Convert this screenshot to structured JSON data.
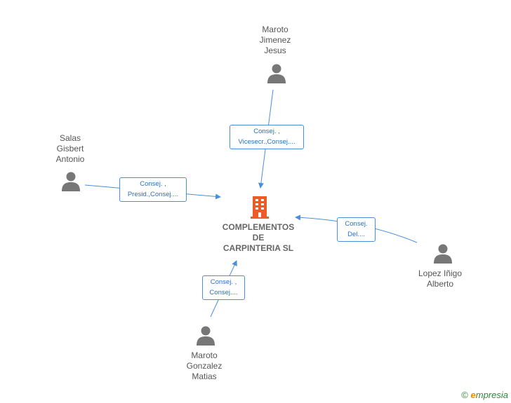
{
  "company": {
    "name_lines": [
      "COMPLEMENTOS",
      "DE",
      "CARPINTERIA SL"
    ],
    "icon": "building-icon",
    "icon_color": "#f05a28"
  },
  "people": [
    {
      "id": "maroto-jimenez",
      "name_lines": [
        "Maroto",
        "Jimenez",
        "Jesus"
      ],
      "icon": "person-icon"
    },
    {
      "id": "salas-gisbert",
      "name_lines": [
        "Salas",
        "Gisbert",
        "Antonio"
      ],
      "icon": "person-icon"
    },
    {
      "id": "lopez-inigo",
      "name_lines": [
        "Lopez Iñigo",
        "Alberto"
      ],
      "icon": "person-icon"
    },
    {
      "id": "maroto-gonzalez",
      "name_lines": [
        "Maroto",
        "Gonzalez",
        "Matias"
      ],
      "icon": "person-icon"
    }
  ],
  "relations": [
    {
      "from": "maroto-jimenez",
      "lines": [
        "Consej. ,",
        "Vicesecr.,Consej...."
      ]
    },
    {
      "from": "salas-gisbert",
      "lines": [
        "Consej. ,",
        "Presid.,Consej...."
      ]
    },
    {
      "from": "lopez-inigo",
      "lines": [
        "Consej.",
        "Del...."
      ]
    },
    {
      "from": "maroto-gonzalez",
      "lines": [
        "Consej. ,",
        "Consej...."
      ]
    }
  ],
  "colors": {
    "edge": "#4a8fdc",
    "person_icon": "#777777",
    "label": "#2a6fc2"
  },
  "brand": {
    "copyright": "©",
    "e": "e",
    "rest": "mpresia"
  }
}
